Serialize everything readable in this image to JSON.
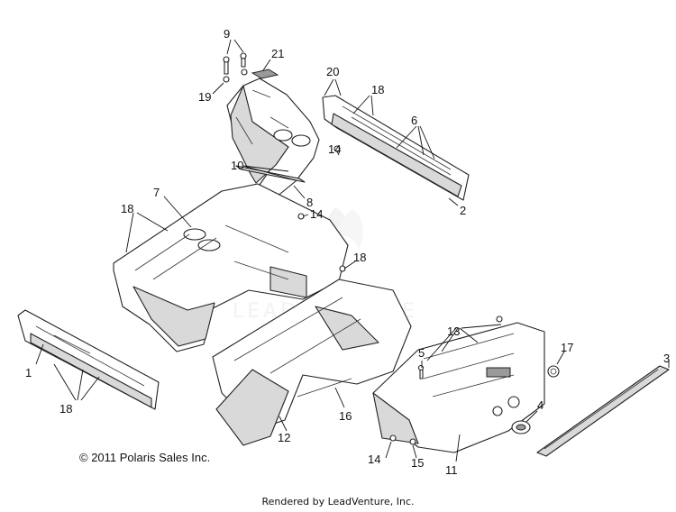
{
  "callouts": {
    "c9": "9",
    "c21": "21",
    "c19": "19",
    "c20": "20",
    "c18_top": "18",
    "c6": "6",
    "c14_top": "14",
    "c10": "10",
    "c8": "8",
    "c2": "2",
    "c7": "7",
    "c18_left": "18",
    "c14_mid": "14",
    "c18_mid": "18",
    "c1": "1",
    "c18_bottom": "18",
    "c13": "13",
    "c17": "17",
    "c3": "3",
    "c5": "5",
    "c4": "4",
    "c16": "16",
    "c12": "12",
    "c14_bottom": "14",
    "c15": "15",
    "c11": "11"
  },
  "copyright": "© 2011 Polaris Sales Inc.",
  "rendered_by": "Rendered by LeadVenture, Inc.",
  "watermark": "LEADVENTURE"
}
